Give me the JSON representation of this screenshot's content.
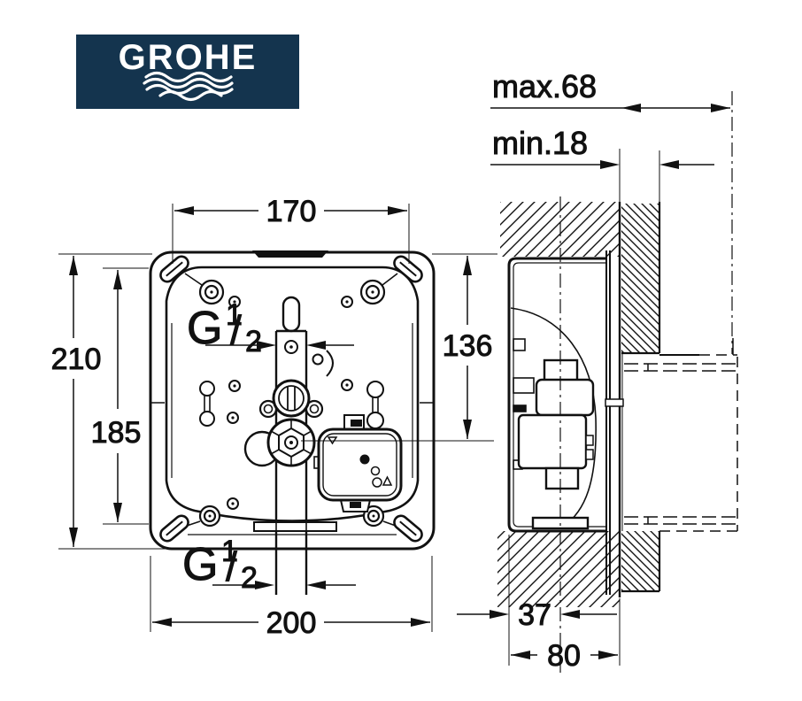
{
  "logo": {
    "brand": "GROHE",
    "bg_color": "#14344E",
    "text_color": "#FFFFFF"
  },
  "drawing": {
    "line_color": "#111111",
    "front_view": {
      "dim_mounting_width_top": "170",
      "dim_outer_height": "210",
      "dim_mounting_height": "185",
      "dim_top_to_outlet_center": "136",
      "dim_outer_width_bottom": "200",
      "thread_top": {
        "prefix": "G",
        "numerator": "1",
        "slash": "/",
        "denominator": "2"
      },
      "thread_bottom": {
        "prefix": "G",
        "numerator": "1",
        "slash": "/",
        "denominator": "2"
      }
    },
    "side_view": {
      "dim_max_depth": "max.68",
      "dim_min_depth": "min.18",
      "dim_back_to_pipe_axis": "37",
      "dim_box_depth": "80"
    }
  }
}
